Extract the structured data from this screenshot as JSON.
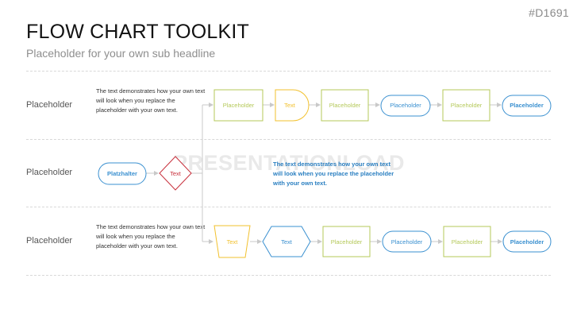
{
  "header": {
    "code": "#D1691",
    "title": "FLOW CHART TOOLKIT",
    "subtitle": "Placeholder for your own sub headline"
  },
  "watermark": "PRESENTATIONLOAD",
  "colors": {
    "green": "#b5c95a",
    "yellow": "#f2c12e",
    "blue": "#3a90d0",
    "red": "#c8303c",
    "connector": "#c9c9c9"
  },
  "rows": [
    {
      "label": "Placeholder",
      "description": "The text demonstrates how your own text will look when you replace the placeholder with your own text."
    },
    {
      "label": "Placeholder"
    },
    {
      "label": "Placeholder",
      "description": "The text demonstrates how your own text will look when you replace the placeholder with your own text."
    }
  ],
  "center_note": "The text demonstrates how your own text will look when you replace the placeholder with your own text.",
  "shapes": {
    "start": {
      "text": "Platzhalter"
    },
    "decision": {
      "text": "Text"
    },
    "top": [
      {
        "shape": "process",
        "text": "Placeholder"
      },
      {
        "shape": "delay",
        "text": "Text"
      },
      {
        "shape": "process",
        "text": "Placeholder"
      },
      {
        "shape": "terminator",
        "text": "Placeholder"
      },
      {
        "shape": "process",
        "text": "Placeholder"
      },
      {
        "shape": "terminator",
        "text": "Placeholder"
      }
    ],
    "bottom": [
      {
        "shape": "manual-operation",
        "text": "Text"
      },
      {
        "shape": "preparation",
        "text": "Text"
      },
      {
        "shape": "process",
        "text": "Placeholder"
      },
      {
        "shape": "terminator",
        "text": "Placeholder"
      },
      {
        "shape": "process",
        "text": "Placeholder"
      },
      {
        "shape": "terminator",
        "text": "Placeholder"
      }
    ]
  }
}
